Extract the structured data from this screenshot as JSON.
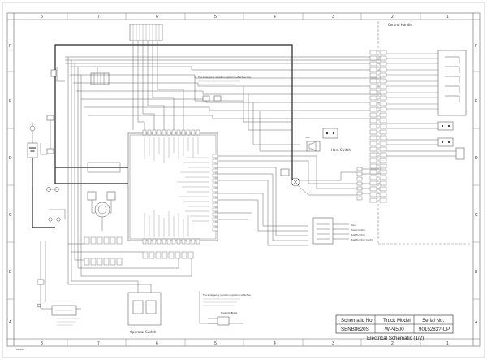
{
  "frame": {
    "column_numbers": [
      "8",
      "7",
      "6",
      "5",
      "4",
      "3",
      "2",
      "1"
    ],
    "row_letters": [
      "F",
      "E",
      "D",
      "C",
      "B",
      "A"
    ]
  },
  "sections": {
    "control_handle": "Control Handle"
  },
  "components": {
    "horn": "Horn",
    "horn_switch": "Horn Switch",
    "operator_switch": "Operator Switch",
    "magnetic_brake": "Magnetic Brake"
  },
  "notes": {
    "emergency_top": "The emergency operation system is effective only",
    "emergency_bottom": "The emergency operation system is effective"
  },
  "title_block": {
    "headers": [
      "Schematic No.",
      "Truck Model",
      "Serial No."
    ],
    "values": [
      "SENB8620S",
      "WP4500",
      "9015283?-UP"
    ],
    "caption": "Electrical Schematic (1/2)"
  },
  "footer": {
    "sheet_ref": "LE-N-1B"
  }
}
